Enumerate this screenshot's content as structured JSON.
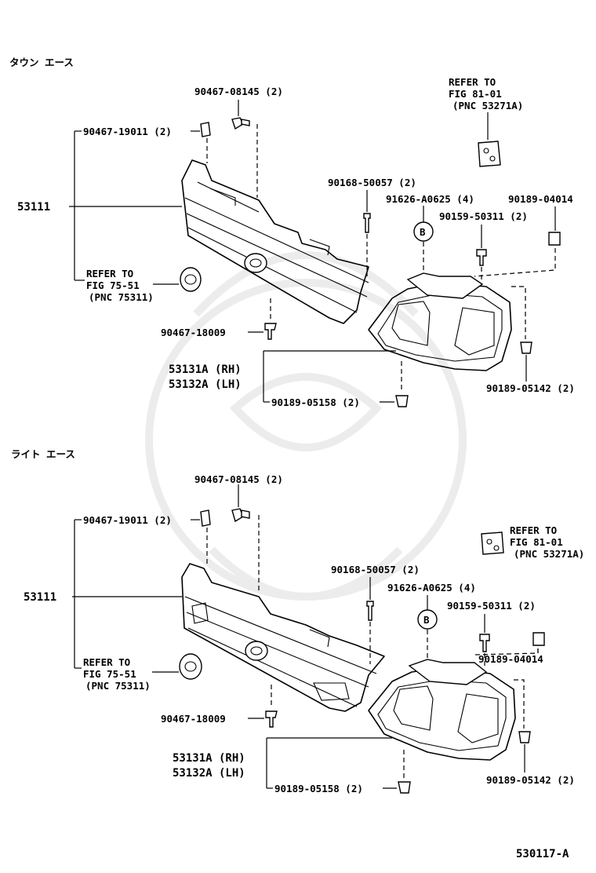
{
  "sections": [
    {
      "title": "タウン エース",
      "parts": {
        "bolt_top": "90467-08145 (2)",
        "clip_left": "90467-19011 (2)",
        "grille": "53111",
        "refer_emblem_1": "REFER TO",
        "refer_emblem_2": "FIG 75-51",
        "refer_emblem_3": "(PNC 75311)",
        "clip_bottom": "90467-18009",
        "bracket_rh": "53131A (RH)",
        "bracket_lh": "53132A (LH)",
        "nut_bottom": "90189-05158 (2)",
        "screw_1": "90168-50057 (2)",
        "screw_2": "91626-A0625 (4)",
        "screw_3": "90159-50311 (2)",
        "nut_right": "90189-04014",
        "nut_right_bottom": "90189-05142 (2)",
        "refer_lamp_1": "REFER TO",
        "refer_lamp_2": "FIG 81-01",
        "refer_lamp_3": "(PNC 53271A)",
        "callout": "B"
      }
    },
    {
      "title": "ライト エース",
      "parts": {
        "bolt_top": "90467-08145 (2)",
        "clip_left": "90467-19011 (2)",
        "grille": "53111",
        "refer_emblem_1": "REFER TO",
        "refer_emblem_2": "FIG 75-51",
        "refer_emblem_3": "(PNC 75311)",
        "clip_bottom": "90467-18009",
        "bracket_rh": "53131A (RH)",
        "bracket_lh": "53132A (LH)",
        "nut_bottom": "90189-05158 (2)",
        "screw_1": "90168-50057 (2)",
        "screw_2": "91626-A0625 (4)",
        "screw_3": "90159-50311 (2)",
        "nut_right": "90189-04014",
        "nut_right_bottom": "90189-05142 (2)",
        "refer_lamp_1": "REFER TO",
        "refer_lamp_2": "FIG 81-01",
        "refer_lamp_3": "(PNC 53271A)",
        "callout": "B"
      }
    }
  ],
  "figure_id": "530117-A"
}
